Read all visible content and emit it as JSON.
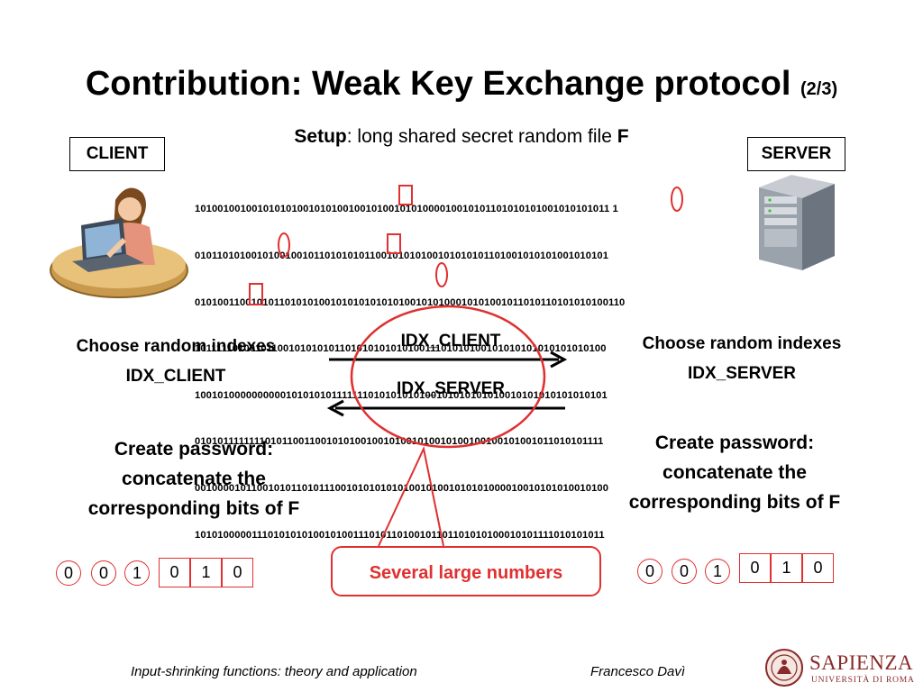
{
  "slide": {
    "title": "Contribution: Weak Key Exchange protocol",
    "title_suffix": "(2/3)",
    "setup_label": "Setup",
    "setup_text": ": long shared secret random file ",
    "setup_file": "F"
  },
  "client": {
    "box_label": "CLIENT",
    "choose_line1": "Choose random indexes",
    "choose_line2": "IDX_CLIENT",
    "create_line1": "Create password:",
    "create_line2": "concatenate the",
    "create_line3": "corresponding bits of F",
    "bits_circled": [
      "0",
      "0",
      "1"
    ],
    "bits_boxed": [
      "0",
      "1",
      "0"
    ]
  },
  "server": {
    "box_label": "SERVER",
    "choose_line1": "Choose random indexes",
    "choose_line2": "IDX_SERVER",
    "create_line1": "Create password:",
    "create_line2": "concatenate the",
    "create_line3": "corresponding bits of F",
    "bits_circled": [
      "0",
      "0",
      "1"
    ],
    "bits_boxed": [
      "0",
      "1",
      "0"
    ]
  },
  "exchange": {
    "to_server": "IDX_CLIENT",
    "to_client": "IDX_SERVER",
    "callout": "Several large numbers"
  },
  "bitfile": {
    "rows": [
      "1010010010010101010010101001001010010101000010010101101010101001010101011 1",
      "0101101010010100100101101010101100101010100101010101101001010101001010101",
      "0101001100101011010101001010101010101001010100010101001011010110101010100110",
      "1011111010010110010101010110101010101010011101010100101010101010101010100",
      "1001010000000000101010101111111010101010100101010101010010101010101010101",
      "0101011111111010110011001010100100101001010010100100100101001011010101111",
      "0010000101100101011010111001010101010100101001010101000010010101010010100",
      "1010100000111010101010010100111010110100101101101010100010101111010101011"
    ]
  },
  "footer": {
    "left": "Input-shrinking functions: theory and application",
    "right": "Francesco Davì",
    "logo_name": "SAPIENZA",
    "logo_sub": "UNIVERSITÀ DI ROMA"
  },
  "colors": {
    "accent_red": "#e03030",
    "text": "#000000",
    "logo_red": "#8a2a2a"
  }
}
